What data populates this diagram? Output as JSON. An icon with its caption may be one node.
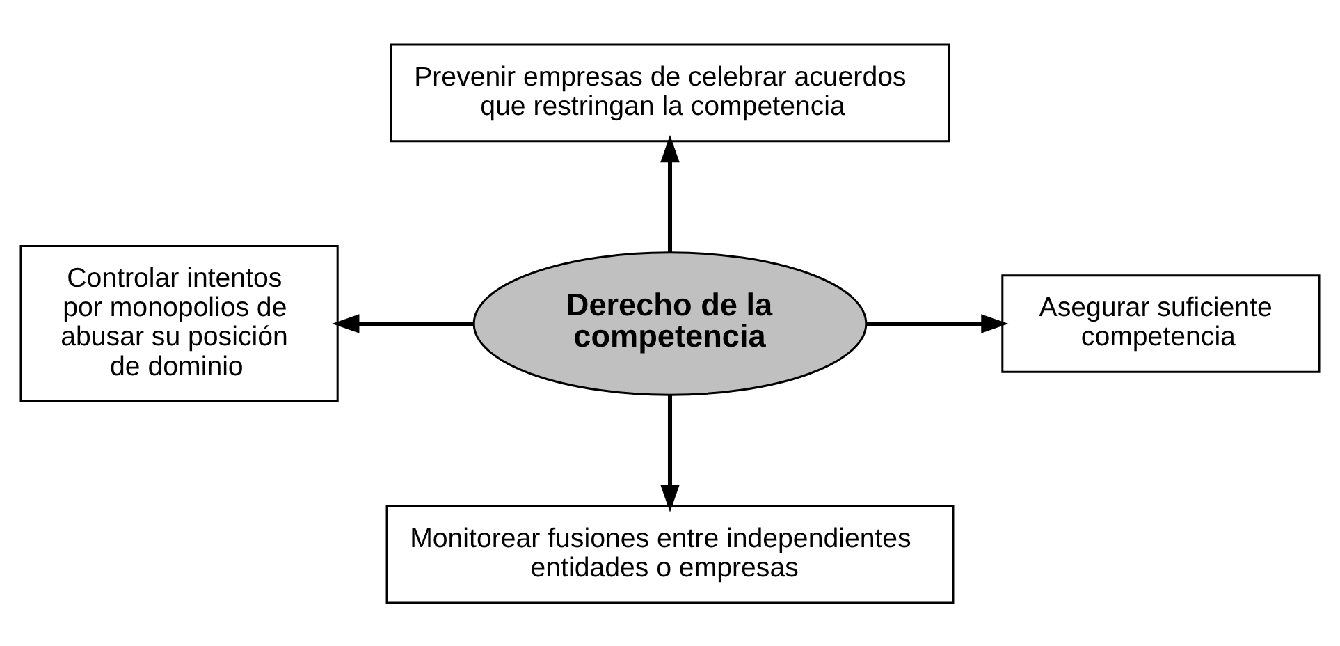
{
  "diagram": {
    "nodes": [
      {
        "text": [
          "Prevenir empresas de celebrar acuerdos que restringan la competencia"
        ]
      },
      {
        "text": [
          "Controlar intentos por monopolios de abusar su posición de dominio"
        ]
      },
      {
        "text": [
          "Derecho de la competencia"
        ]
      },
      {
        "text": [
          "Asegurar suficiente competencia"
        ]
      },
      {
        "text": [
          "Monitorear fusiones entre independientes entidades o empresas"
        ]
      }
    ],
    "edges": [
      {
        "from": 2,
        "to": 0,
        "arrow": "to"
      },
      {
        "from": 2,
        "to": 1,
        "arrow": "to"
      },
      {
        "from": 2,
        "to": 3,
        "arrow": "to"
      },
      {
        "from": 2,
        "to": 4,
        "arrow": "to"
      }
    ]
  }
}
